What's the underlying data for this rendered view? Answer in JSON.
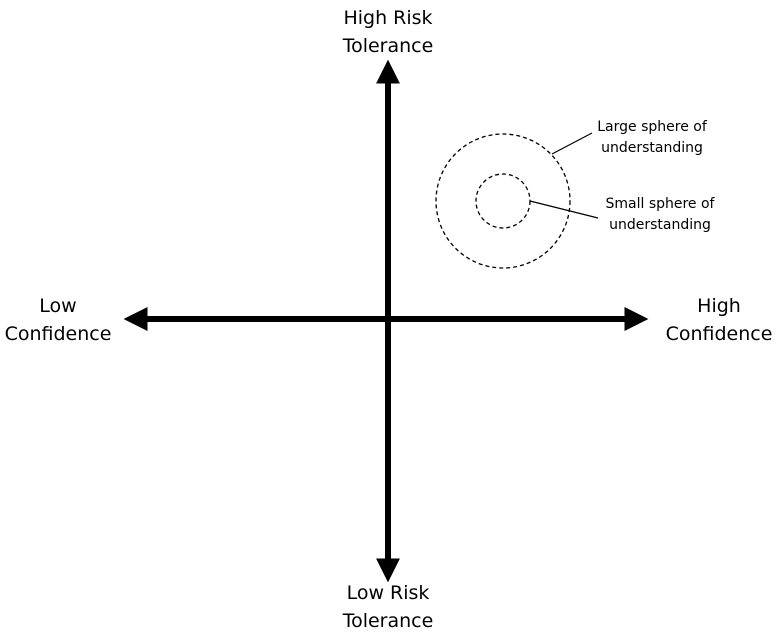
{
  "labels": {
    "top": [
      "High Risk",
      "Tolerance"
    ],
    "bottom": [
      "Low Risk",
      "Tolerance"
    ],
    "left": [
      "Low",
      "Confidence"
    ],
    "right": [
      "High",
      "Confidence"
    ]
  },
  "callouts": {
    "large": [
      "Large sphere of",
      "understanding"
    ],
    "small": [
      "Small sphere of",
      "understanding"
    ]
  },
  "colors": {
    "ink": "#000000",
    "background": "#ffffff"
  }
}
